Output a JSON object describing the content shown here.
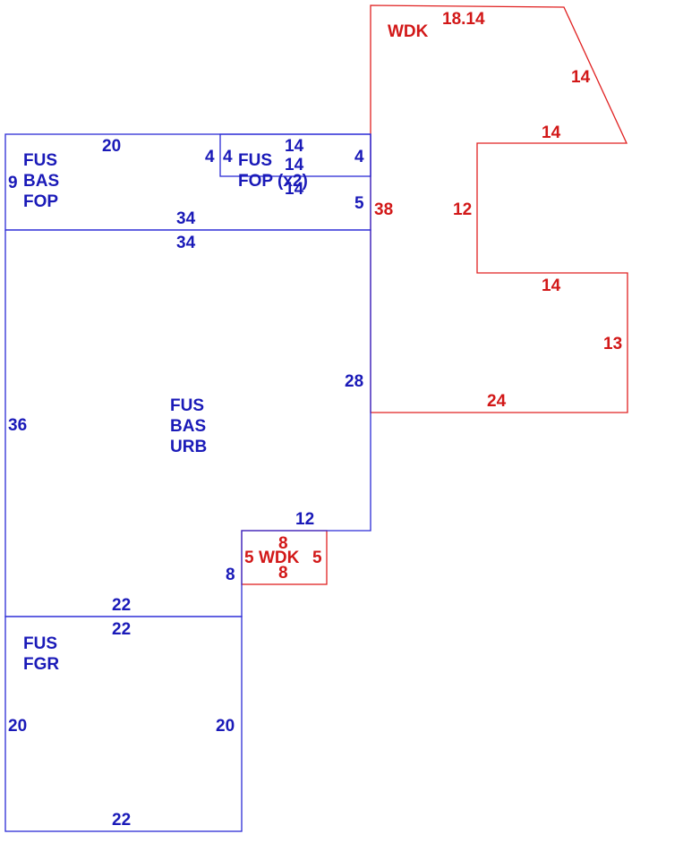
{
  "colors": {
    "primary": "#1a1ab8",
    "secondary": "#d21818"
  },
  "areas": {
    "fop_left": {
      "lines": [
        "FUS",
        "BAS",
        "FOP"
      ]
    },
    "fop_right": {
      "lines": [
        "FUS",
        "FOP (x2)"
      ]
    },
    "main": {
      "lines": [
        "FUS",
        "BAS",
        "URB"
      ]
    },
    "garage": {
      "lines": [
        "FUS",
        "FGR"
      ]
    },
    "deck_large": {
      "lines": [
        "WDK"
      ]
    },
    "deck_small": {
      "lines": [
        "WDK"
      ]
    }
  },
  "dims": {
    "fop_left_top": "20",
    "fop_left_left": "9",
    "fop_left_right": "4",
    "fop_bottom_above": "34",
    "fop_right_left": "4",
    "fop_right_top": "14",
    "fop_right_mid": "14",
    "fop_right_bottom": "14",
    "fop_right_right": "4",
    "fop_right_right_lower": "5",
    "main_top": "34",
    "main_left": "36",
    "main_right": "28",
    "main_notch_top": "12",
    "main_notch_side": "8",
    "main_bottom": "22",
    "garage_top": "22",
    "garage_left": "20",
    "garage_right": "20",
    "garage_bottom": "22",
    "deck_top": "18.14",
    "deck_diag": "14",
    "deck_upper_step": "14",
    "deck_inner_vert": "12",
    "deck_lower_step": "14",
    "deck_right": "13",
    "deck_bottom": "24",
    "deck_left": "38",
    "small_deck_top": "8",
    "small_deck_bottom": "8",
    "small_deck_left": "5",
    "small_deck_right": "5"
  }
}
